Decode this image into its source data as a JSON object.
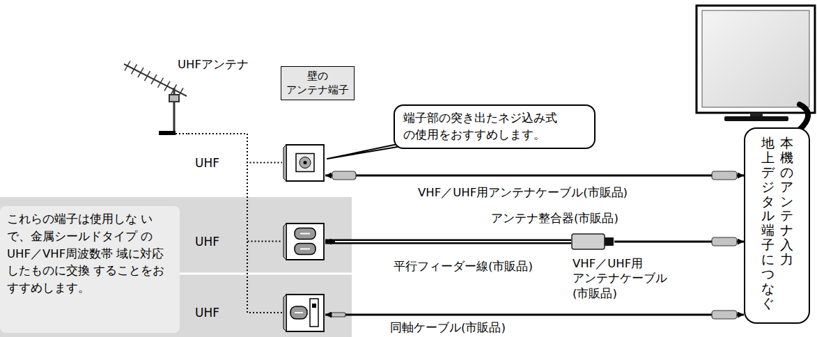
{
  "diagram": {
    "nodes": [
      {
        "text": [
          "UHFアンテナ"
        ]
      },
      {
        "text": [
          "壁の アンテナ端子"
        ]
      },
      {
        "text": [
          "端子部の突き出たネジ込み式 の使用をおすすめします。"
        ]
      },
      {
        "text": [
          "UHF"
        ]
      },
      {
        "text": [
          "これらの端子は使用しな いで、金属シールドタイプ のUHF／VHF周波数帯 域に対応したものに交換 することをおすすめします。"
        ]
      },
      {
        "text": [
          "UHF"
        ],
        "in": 4
      },
      {
        "text": [
          "アンテナ整合器(市販品)"
        ]
      },
      {
        "text": [
          "UHF"
        ],
        "in": 4
      },
      {
        "text": [
          "本機のアンテナ入力",
          "地上デジタル端子につなぐ"
        ]
      }
    ],
    "edges": [
      {
        "from": 0,
        "to": 3,
        "arrow": "none"
      },
      {
        "from": 0,
        "to": 5,
        "arrow": "none"
      },
      {
        "from": 0,
        "to": 7,
        "arrow": "none"
      },
      {
        "from": 3,
        "to": 8,
        "label": "VHF／UHF用アンテナケーブル(市販品)",
        "arrow": "both"
      },
      {
        "from": 6,
        "to": 5,
        "label": "平行フィーダー線(市販品)",
        "arrow": "to"
      },
      {
        "from": 6,
        "to": 8,
        "label": "VHF／UHF用 アンテナケーブル (市販品)",
        "arrow": "to"
      },
      {
        "from": 7,
        "to": 8,
        "label": "同軸ケーブル(市販品)",
        "arrow": "both"
      }
    ]
  }
}
